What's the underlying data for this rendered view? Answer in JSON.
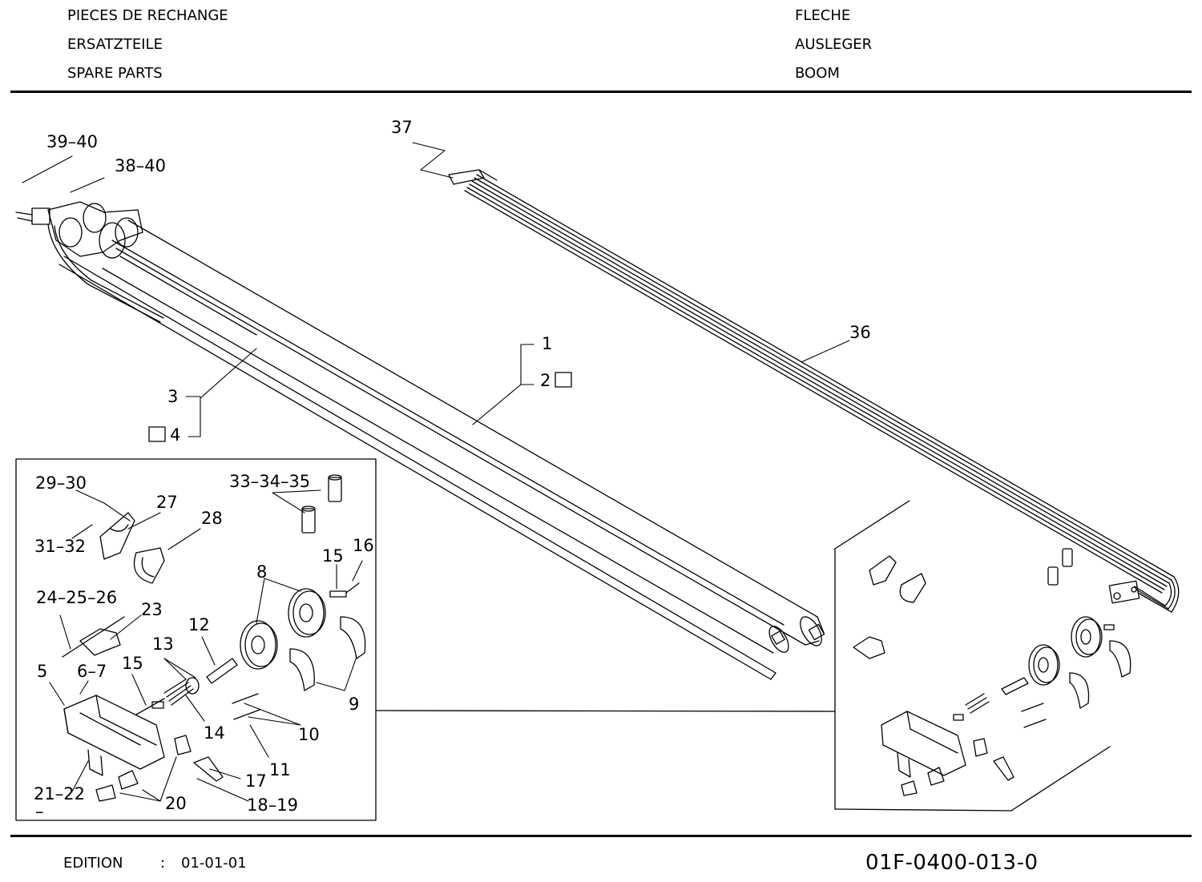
{
  "header": {
    "left": [
      "PIECES DE RECHANGE",
      "ERSATZTEILE",
      "SPARE PARTS"
    ],
    "right": [
      "FLECHE",
      "AUSLEGER",
      "BOOM"
    ]
  },
  "callouts": {
    "c39_40": "39–40",
    "c38_40": "38–40",
    "c37": "37",
    "c36": "36",
    "c1": "1",
    "c2": "2",
    "c3": "3",
    "c4": "4",
    "c29_30": "29–30",
    "c27": "27",
    "c28": "28",
    "c31_32": "31–32",
    "c33_34_35": "33–34–35",
    "c15a": "15",
    "c16": "16",
    "c8": "8",
    "c24_25_26": "24–25–26",
    "c23": "23",
    "c12": "12",
    "c13": "13",
    "c5": "5",
    "c6_7": "6–7",
    "c15b": "15",
    "c14": "14",
    "c9": "9",
    "c10": "10",
    "c11": "11",
    "c17": "17",
    "c21_22": "21–22",
    "c20": "20",
    "c18_19": "18–19",
    "dash": "–"
  },
  "footer": {
    "edition_label": "EDITION",
    "separator": ":",
    "edition_value": "01-01-01",
    "doc_number": "01F-0400-013-0"
  }
}
